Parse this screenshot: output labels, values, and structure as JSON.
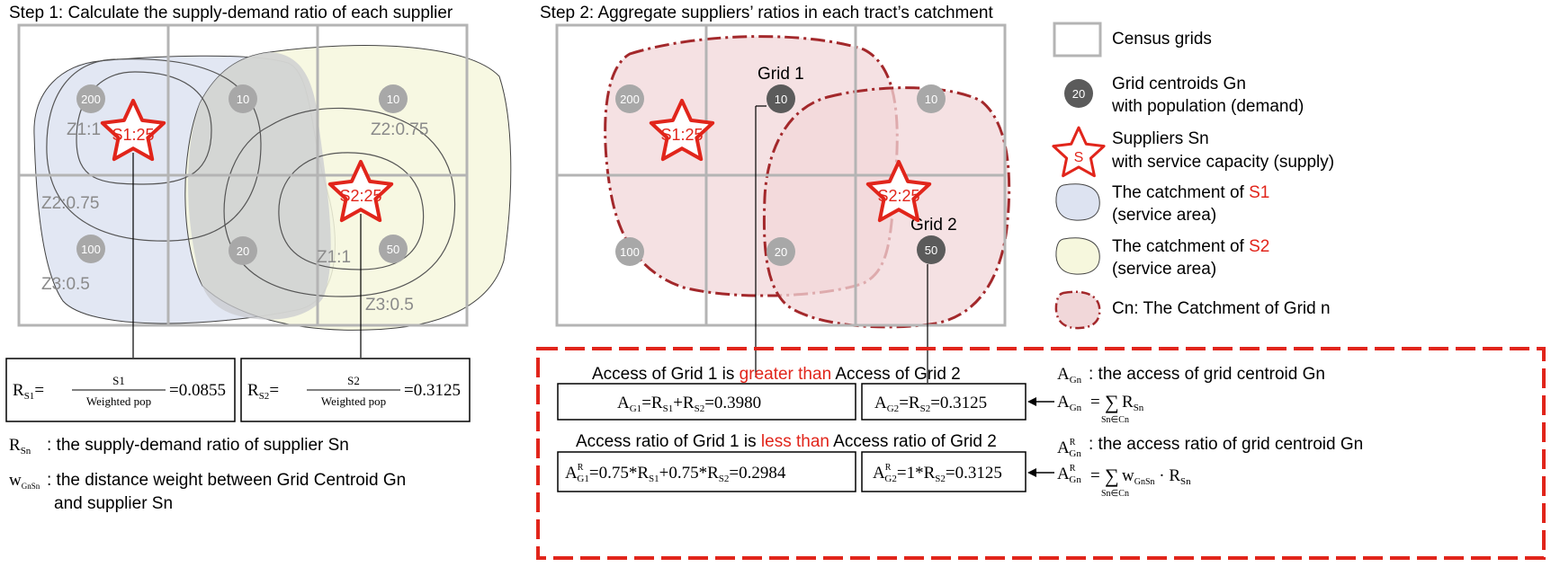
{
  "step1": {
    "title": "Step 1: Calculate the supply-demand ratio of each supplier",
    "grid_pops": [
      "200",
      "10",
      "10",
      "100",
      "20",
      "50"
    ],
    "s1_label": "S1:25",
    "s2_label": "S2:25",
    "zone_labels": {
      "s1_z1": "Z1:1",
      "s1_z2": "Z2:0.75",
      "s1_z3": "Z3:0.5",
      "s2_z1": "Z1:1",
      "s2_z2": "Z2:0.75",
      "s2_z3": "Z3:0.5"
    },
    "formula1": {
      "lhs": "R",
      "lhs_sub": "S1",
      "eq": "=",
      "num": "S1",
      "den": "Weighted pop",
      "result": "=0.0855"
    },
    "formula2": {
      "lhs": "R",
      "lhs_sub": "S2",
      "eq": "=",
      "num": "S2",
      "den": "Weighted pop",
      "result": "=0.3125"
    },
    "def_r": {
      "symbol": "R",
      "sub": "Sn",
      "text": ": the supply-demand ratio of supplier Sn"
    },
    "def_w": {
      "symbol": "w",
      "sub": "GnSn",
      "text_line1": ": the distance weight between Grid Centroid Gn",
      "text_line2": "and supplier Sn"
    }
  },
  "step2": {
    "title": "Step 2: Aggregate suppliers’ ratios in each tract’s catchment",
    "grid_pops": [
      "200",
      "10",
      "10",
      "100",
      "20",
      "50"
    ],
    "grid1_label": "Grid 1",
    "grid2_label": "Grid 2",
    "s1_label": "S1:25",
    "s2_label": "S2:25",
    "access_heading": {
      "left": "Access of Grid 1 is ",
      "highlight": "greater than",
      "right": " Access of Grid 2"
    },
    "ratio_heading": {
      "left": "Access ratio of Grid 1 is ",
      "highlight": "less than",
      "right": " Access ratio of Grid 2"
    },
    "access_g1": "A_G1=R_S1+R_S2=0.3980",
    "access_g2": "A_G2=R_S2=0.3125",
    "ratio_g1": "A^R_G1=0.75*R_S1+0.75*R_S2=0.2984",
    "ratio_g2": "A^R_G2=1*R_S2=0.3125",
    "gt": ">",
    "lt": "<",
    "def_a": {
      "symbol": "A",
      "sub": "Gn",
      "text": ": the access of grid centroid Gn"
    },
    "def_ar": {
      "symbol": "A",
      "sup": "R",
      "sub": "Gn",
      "text": ": the access ratio of grid centroid Gn"
    },
    "sum_formula_a": "A_Gn = ∑ R_Sn over Sn∈Cn",
    "sum_formula_ar": "A^R_Gn = ∑ w_GnSn · R_Sn over Sn∈Cn"
  },
  "legend": {
    "census_grids": "Census grids",
    "centroid_line1": "Grid centroids Gn",
    "centroid_line2": "with population (demand)",
    "centroid_sample": "20",
    "supplier_symbol": "S",
    "supplier_line1": "Suppliers Sn",
    "supplier_line2": "with service capacity (supply)",
    "catch_s1_prefix": "The catchment of ",
    "catch_s1_name": "S1",
    "catch_s1_line2": "(service area)",
    "catch_s2_prefix": "The catchment of ",
    "catch_s2_name": "S2",
    "catch_s2_line2": "(service area)",
    "catch_grid": "Cn: The Catchment of Grid n"
  },
  "colors": {
    "red": "#e1251b",
    "darkred": "#a3282b",
    "grid": "#b4b4b4",
    "blue_fill": "#dde3f1",
    "yellow_fill": "#f6f7dd",
    "pink_fill": "#f1d7d9",
    "circle_light": "#a8a8a8",
    "circle_dark": "#5b5b5b"
  }
}
